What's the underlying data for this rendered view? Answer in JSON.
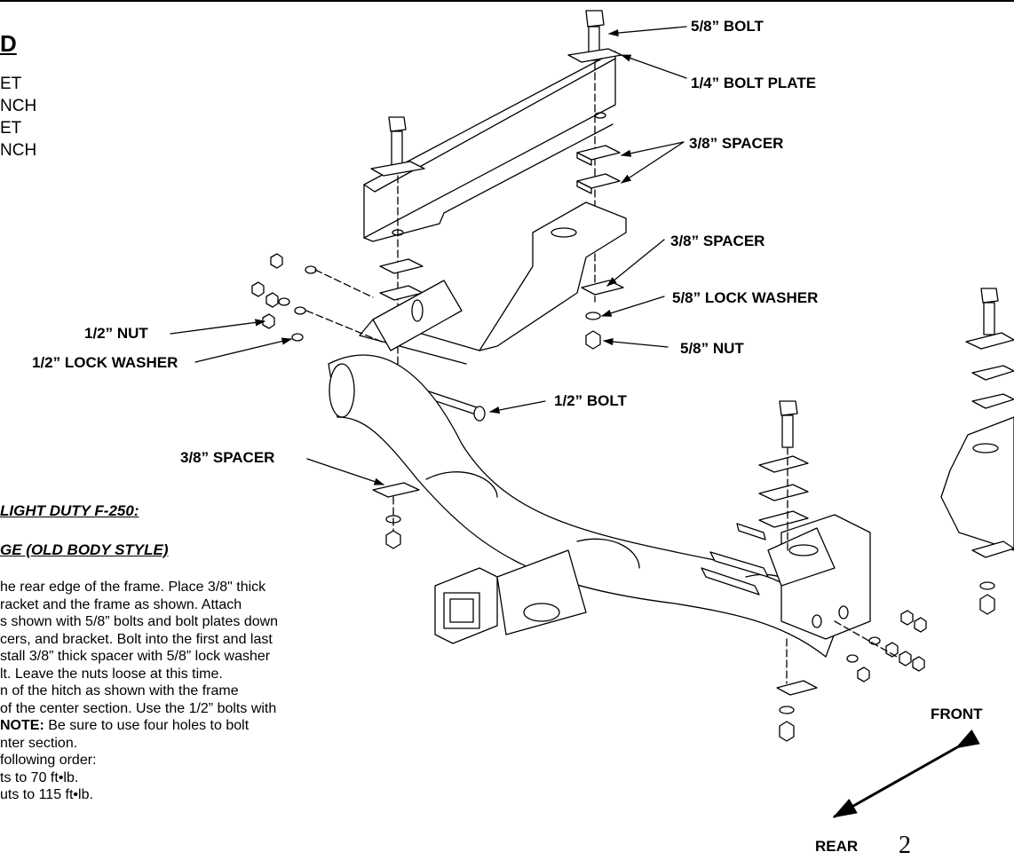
{
  "heading": "D",
  "torque_lines": [
    "ET",
    "NCH",
    "ET",
    "NCH"
  ],
  "vehicle_lines": [
    "LIGHT DUTY F-250:",
    "GE (OLD BODY STYLE)"
  ],
  "instruction_lines": [
    "he rear edge of the frame. Place 3/8\" thick",
    "racket and the frame as shown. Attach",
    "s shown with 5/8” bolts and bolt plates down",
    "cers, and bracket. Bolt into the first and last",
    "stall 3/8” thick spacer with 5/8” lock washer",
    "lt. Leave the nuts loose at this time.",
    "n of the hitch as shown with the frame",
    "of the center section. Use the 1/2” bolts with",
    "nter section.",
    "following order:",
    "ts to 70 ft•lb.",
    "uts to 115 ft•lb."
  ],
  "note": {
    "label": "NOTE:",
    "text": " Be sure to use four holes to bolt"
  },
  "callouts": {
    "bolt_58": "5/8” BOLT",
    "bolt_plate": "1/4” BOLT PLATE",
    "spacer_upper": "3/8” SPACER",
    "spacer_middle": "3/8” SPACER",
    "lock_washer_58": "5/8” LOCK WASHER",
    "nut_58": "5/8” NUT",
    "nut_12": "1/2” NUT",
    "lock_washer_12": "1/2” LOCK WASHER",
    "bolt_12": "1/2” BOLT",
    "spacer_left": "3/8” SPACER"
  },
  "directions": {
    "front": "FRONT",
    "rear": "REAR"
  },
  "page_number": "2"
}
